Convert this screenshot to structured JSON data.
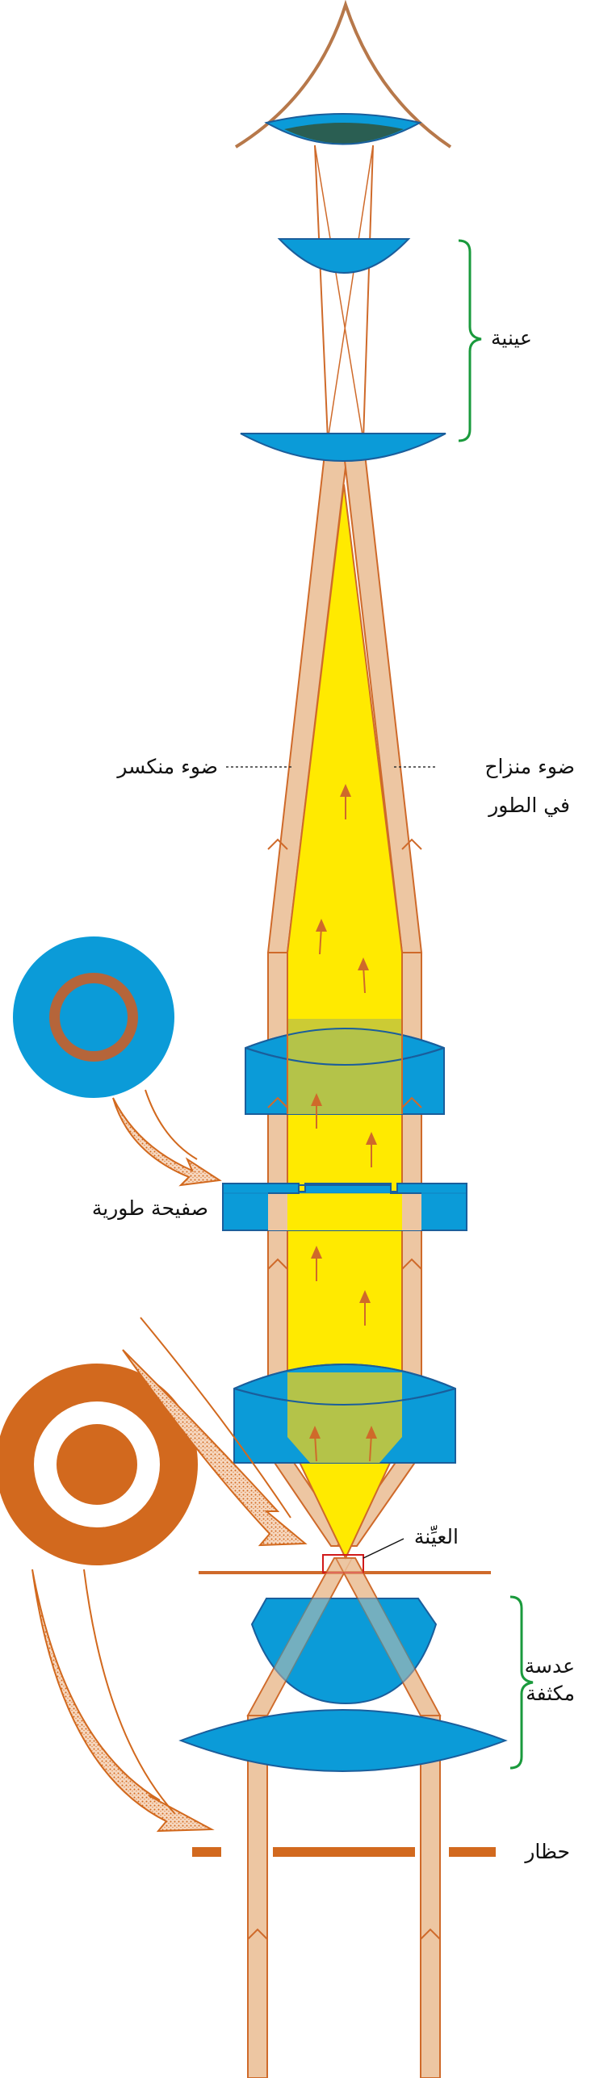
{
  "labels": {
    "eyepiece": "عينية",
    "phase_shifted_light": "ضوء منزاح",
    "phase_shifted_light_2": "في الطور",
    "diffracted_light": "ضوء منكسر",
    "phase_plate": "صفيحة طورية",
    "specimen": "العيِّنة",
    "condenser_1": "عدسة",
    "condenser_2": "مكثفة",
    "annulus": "حظار"
  },
  "colors": {
    "lens_blue": "#0b9bd8",
    "lens_stroke": "#1a5e9c",
    "beam_fill": "#edc6a2",
    "beam_stroke": "#cf6a2a",
    "yellow_cone": "#ffea00",
    "overlap_olive": "#c7c83a",
    "arrow_orange": "#d2691e",
    "bracket_green": "#1a9a3c",
    "eye_stroke": "#b7784a",
    "pupil_dark": "#2a5e52",
    "phase_ring_brown": "#b5653a",
    "annulus_orange": "#d2691e"
  },
  "icons": [
    "eye-icon",
    "phase-plate-ring-icon",
    "annulus-ring-icon",
    "pointer-arrow-icon"
  ]
}
